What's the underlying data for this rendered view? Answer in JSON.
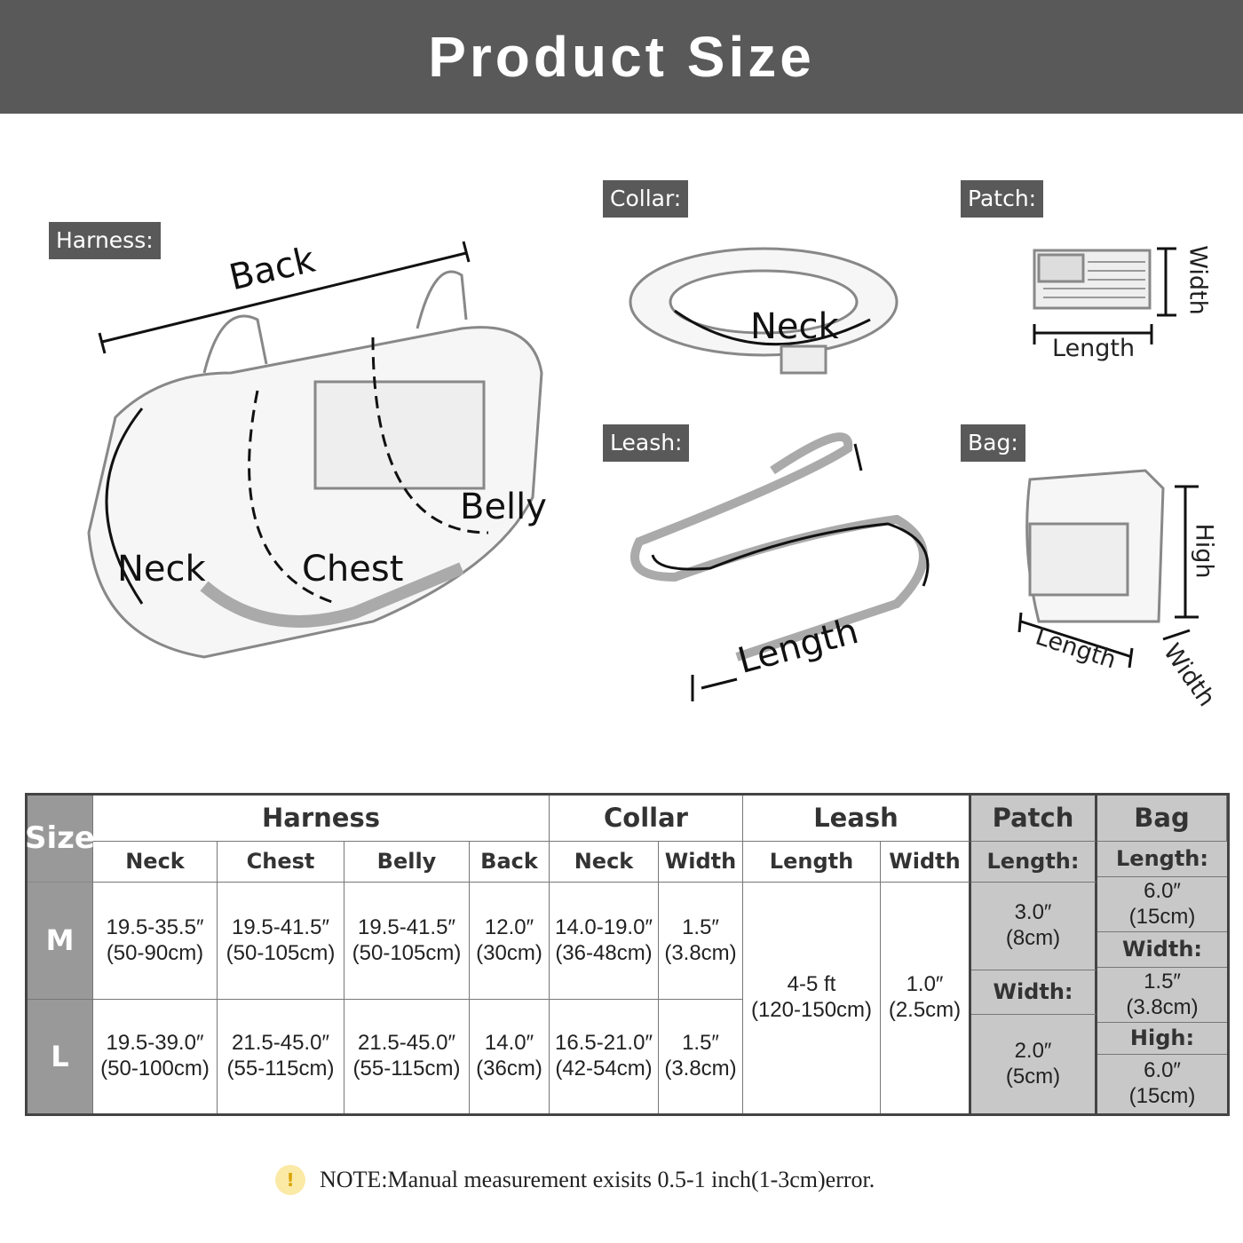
{
  "title": "Product Size",
  "sections": {
    "harness": "Harness:",
    "collar": "Collar:",
    "patch": "Patch:",
    "leash": "Leash:",
    "bag": "Bag:"
  },
  "diagram_labels": {
    "harness": {
      "back": "Back",
      "neck": "Neck",
      "chest": "Chest",
      "belly": "Belly"
    },
    "collar": {
      "neck": "Neck"
    },
    "patch": {
      "width": "Width",
      "length": "Length"
    },
    "leash": {
      "length": "Length"
    },
    "bag": {
      "high": "High",
      "length": "Length",
      "width": "Width"
    }
  },
  "table": {
    "size_header": "Size",
    "groups": {
      "harness": "Harness",
      "collar": "Collar",
      "leash": "Leash",
      "patch": "Patch",
      "bag": "Bag"
    },
    "subheaders": {
      "h_neck": "Neck",
      "h_chest": "Chest",
      "h_belly": "Belly",
      "h_back": "Back",
      "c_neck": "Neck",
      "c_width": "Width",
      "l_length": "Length",
      "l_width": "Width",
      "p_length": "Length:",
      "p_width": "Width:",
      "b_length": "Length:",
      "b_width": "Width:",
      "b_high": "High:"
    },
    "rows": [
      {
        "size": "M",
        "h_neck": [
          "19.5-35.5″",
          "(50-90cm)"
        ],
        "h_chest": [
          "19.5-41.5″",
          "(50-105cm)"
        ],
        "h_belly": [
          "19.5-41.5″",
          "(50-105cm)"
        ],
        "h_back": [
          "12.0″",
          "(30cm)"
        ],
        "c_neck": [
          "14.0-19.0″",
          "(36-48cm)"
        ],
        "c_width": [
          "1.5″",
          "(3.8cm)"
        ]
      },
      {
        "size": "L",
        "h_neck": [
          "19.5-39.0″",
          "(50-100cm)"
        ],
        "h_chest": [
          "21.5-45.0″",
          "(55-115cm)"
        ],
        "h_belly": [
          "21.5-45.0″",
          "(55-115cm)"
        ],
        "h_back": [
          "14.0″",
          "(36cm)"
        ],
        "c_neck": [
          "16.5-21.0″",
          "(42-54cm)"
        ],
        "c_width": [
          "1.5″",
          "(3.8cm)"
        ]
      }
    ],
    "leash": {
      "length": [
        "4-5 ft",
        "(120-150cm)"
      ],
      "width": [
        "1.0″",
        "(2.5cm)"
      ]
    },
    "patch": {
      "length": [
        "3.0″",
        "(8cm)"
      ],
      "width": [
        "2.0″",
        "(5cm)"
      ]
    },
    "bag": {
      "length": [
        "6.0″",
        "(15cm)"
      ],
      "width": [
        "1.5″",
        "(3.8cm)"
      ],
      "high": [
        "6.0″",
        "(15cm)"
      ]
    }
  },
  "note": {
    "icon": "exclamation-icon",
    "text": "NOTE:Manual measurement exisits 0.5-1 inch(1-3cm)error."
  }
}
